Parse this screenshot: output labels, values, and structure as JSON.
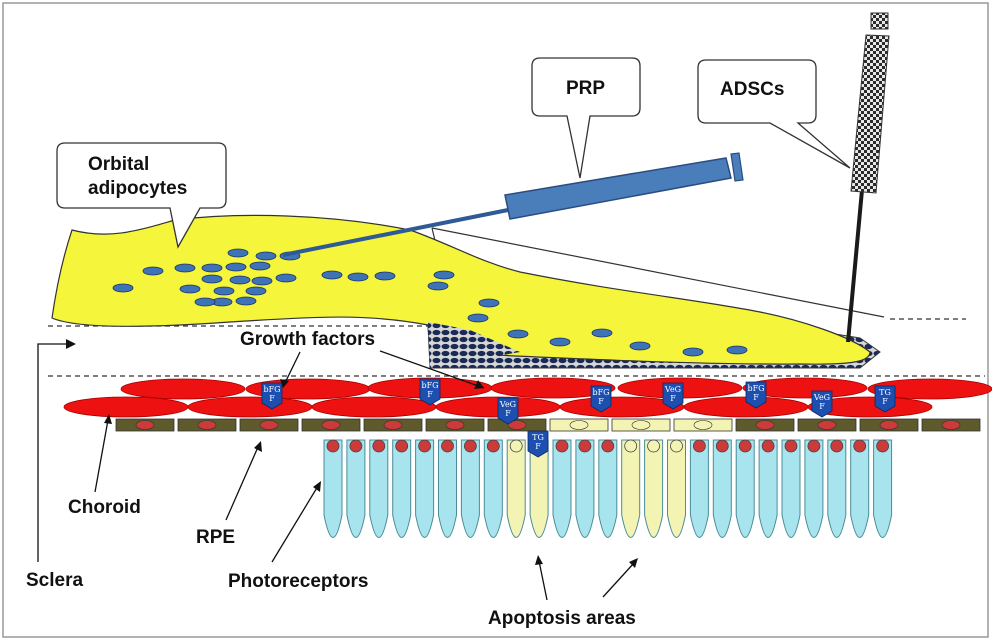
{
  "labels": {
    "orbital_line1": "Orbital",
    "orbital_line2": "adipocytes",
    "prp": "PRP",
    "adscs": "ADSCs",
    "growth_factors": "Growth factors",
    "choroid": "Choroid",
    "rpe": "RPE",
    "sclera": "Sclera",
    "photoreceptors": "Photoreceptors",
    "apoptosis": "Apoptosis areas"
  },
  "growth_factor_tags": [
    "bFG\nF",
    "bFG\nF",
    "bFG\nF",
    "VeG\nF",
    "bFG\nF",
    "VeG\nF",
    "VeG\nF",
    "TG\nF",
    "TG\nF"
  ],
  "colors": {
    "adipose": "#f5f53c",
    "adipocyte_nucleus": "#3f73b8",
    "prp_syringe": "#4a7ebb",
    "choroid": "#ee1111",
    "rpe_band": "#5e5a2c",
    "rpe_nucleus": "#cc3a3a",
    "photoreceptor": "#a8e4ee",
    "apoptotic_photoreceptor": "#f3f3b4",
    "growth_factor_tag": "#1c4fb0"
  }
}
